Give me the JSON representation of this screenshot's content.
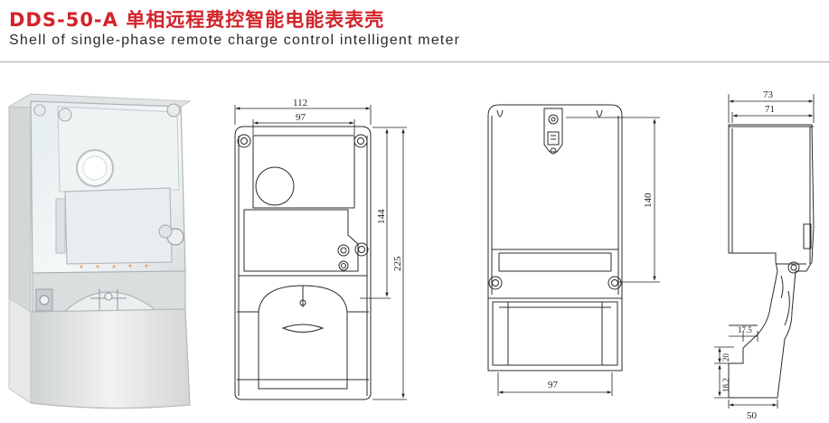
{
  "header": {
    "title": "DDS-50-A 单相远程费控智能电能表表壳",
    "subtitle": "Shell of single-phase remote charge control intelligent meter"
  },
  "front_view": {
    "width_outer": "112",
    "width_inner": "97",
    "height_upper": "144",
    "height_total": "225"
  },
  "back_view": {
    "height_mount": "140",
    "width_bottom": "97"
  },
  "side_view": {
    "depth_outer": "73",
    "depth_inner": "71",
    "offset": "17.5",
    "step": "20",
    "foot": "18.2",
    "base": "50"
  }
}
